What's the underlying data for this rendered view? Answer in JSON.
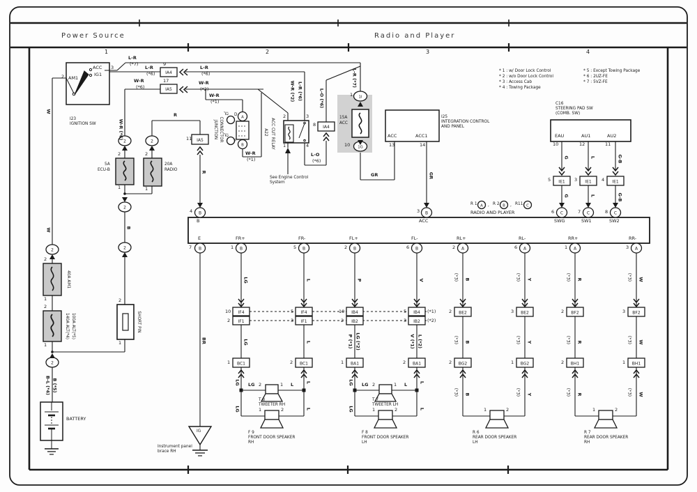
{
  "header": {
    "left": "Power Source",
    "right": "Radio and Player",
    "sections": [
      "1",
      "2",
      "3",
      "4"
    ]
  },
  "notes": [
    "* 1 : w/ Door Lock Control",
    "* 2 : w/o Door Lock Control",
    "* 3 : Access Cab",
    "* 4 : Towing Package",
    "* 5 : Except Towing Package",
    "* 6 : 2UZ-FE",
    "* 7 : 5VZ-FE"
  ],
  "colors": {
    "line": "#1a1a1a",
    "fuse_fill": "#c9c9c9",
    "panel_fill": "#d2d2d2",
    "paper": "#fdfdfd"
  },
  "ignition": {
    "id": "I23",
    "name": "IGNITION SW",
    "am1": "AM1",
    "acc": "ACC",
    "ig1": "IG1",
    "n_am1": "2",
    "n_acc": "3"
  },
  "fuse_ecub": {
    "amp": "5A",
    "name": "ECU-B",
    "t": "2",
    "b": "1"
  },
  "fuse_radio": {
    "amp": "20A",
    "name": "RADIO",
    "t": "2",
    "b": "1"
  },
  "fuse_am1": {
    "name": "40A AM1",
    "t": "2",
    "b": "1"
  },
  "fuse_alt": {
    "l1": "140A ALT(*4)",
    "l2": "100A ALT(*5)",
    "t": "2",
    "b": "1"
  },
  "short_pin": {
    "name": "SHORT PIN",
    "t": "2",
    "b": "1"
  },
  "battery": {
    "name": "BATTERY"
  },
  "acc_fuse": {
    "amp": "15A",
    "name": "ACC",
    "top_n": "1",
    "top": "1I",
    "bot_n": "10",
    "bot": "1G"
  },
  "relay": {
    "id": "A22",
    "name": "ACC CUT RELAY",
    "p1": "1",
    "p2": "2",
    "p3": "3",
    "p4": "4"
  },
  "junction": {
    "l1": "JUNCTION",
    "l2": "CONNECTOR",
    "a": "A",
    "b": "B",
    "da": "D",
    "fb": "F",
    "ja": "J2",
    "jb": "J2"
  },
  "see_engine": {
    "l1": "See Engine Control",
    "l2": "System"
  },
  "integration": {
    "id": "I25",
    "l1": "INTEGRATION CONTROL",
    "l2": "AND PANEL",
    "acc": "ACC",
    "acc1": "ACC1",
    "n13": "13",
    "n14": "14"
  },
  "steering": {
    "id": "C16",
    "name": "STEERING PAD SW",
    "sub": "(COMB. SW)",
    "p": [
      {
        "pin": "EAU",
        "n": "10",
        "col": "G",
        "cn": "5",
        "conn": "IE1",
        "rn": "6",
        "rp": "SWG"
      },
      {
        "pin": "AU1",
        "n": "12",
        "col": "L",
        "cn": "3",
        "conn": "IE1",
        "rn": "7",
        "rp": "SW1"
      },
      {
        "pin": "AU2",
        "n": "11",
        "col": "G-B",
        "cn": "4",
        "conn": "IE1",
        "rn": "8",
        "rp": "SW2"
      }
    ]
  },
  "radio": {
    "name": "RADIO AND PLAYER",
    "r1": "R 1",
    "r2": "R 2",
    "r3": "R11",
    "c1": "A",
    "c2": "B",
    "c3": "C",
    "comma": ",",
    "top": [
      {
        "l": "B",
        "n": "4",
        "c": "B"
      },
      {
        "l": "ACC",
        "n": "3",
        "c": "B"
      }
    ],
    "bot": [
      {
        "l": "E",
        "n": "7",
        "c": "B"
      },
      {
        "l": "FR+",
        "n": "1",
        "c": "B"
      },
      {
        "l": "FR-",
        "n": "5",
        "c": "B"
      },
      {
        "l": "FL+",
        "n": "2",
        "c": "B"
      },
      {
        "l": "FL-",
        "n": "6",
        "c": "B"
      },
      {
        "l": "RL+",
        "n": "2",
        "c": "A"
      },
      {
        "l": "RL-",
        "n": "6",
        "c": "A"
      },
      {
        "l": "RR+",
        "n": "1",
        "c": "A"
      },
      {
        "l": "RR-",
        "n": "3",
        "c": "A"
      }
    ]
  },
  "c": {
    "ia4": "IA4",
    "ia5": "IA5",
    "n9": "9",
    "n17": "17",
    "n11": "11",
    "n8": "8",
    "i2": "2"
  },
  "w": {
    "lr": "L-R",
    "wr": "W-R",
    "w": "W",
    "r": "R",
    "b": "B",
    "br": "BR",
    "lo": "L-O",
    "gr": "GR",
    "q1": "(*1)",
    "q2": "(*2)",
    "q3": "(*3)",
    "q6": "(*6)",
    "q7": "(*7)",
    "wr6": "W-R (*6)",
    "wr2": "W-R (*2)",
    "lr6": "L-R (*6)",
    "lr7": "L-R (*7)",
    "lo6": "L-O (*6)",
    "bl4": "B-L (*4)",
    "b5": "B (*5)"
  },
  "cols": [
    {
      "w1": "LG",
      "c1n": "10",
      "c1": "IF4",
      "c2n": "2",
      "c2": "IF1",
      "w2": "LG",
      "c3n": "1",
      "c3": "BC1",
      "w3": "LG",
      "w4": "LG"
    },
    {
      "w1": "L",
      "c1n": "5",
      "c1": "IF4",
      "c2n": "3",
      "c2": "IF1",
      "w2": "L",
      "c3n": "2",
      "c3": "BC1",
      "w3": "L",
      "w4": "L"
    },
    {
      "w1": "P",
      "c1n": "10",
      "c1": "IB4",
      "c2n": "2",
      "c2": "IB2",
      "w2a": "P (*1)",
      "w2b": "LG (*2)",
      "c3n": "1",
      "c3": "BA1",
      "w3": "LG",
      "w4": "LG"
    },
    {
      "w1": "V",
      "c1n": "5",
      "c1": "IB4",
      "q1": "(*1)",
      "c2n": "3",
      "c2": "IB2",
      "q2": "(*2)",
      "w2a": "V (*1)",
      "w2b": "L (*2)",
      "c3n": "2",
      "c3": "BA1",
      "w3": "L",
      "w4": "L"
    },
    {
      "q": "(*3)",
      "w": "B",
      "c1n": "2",
      "c1": "BE2",
      "c2n": "2",
      "c2": "BG2"
    },
    {
      "q": "(*3)",
      "w": "Y",
      "c1n": "3",
      "c1": "BE2",
      "c2n": "1",
      "c2": "BG2"
    },
    {
      "q": "(*3)",
      "w": "R",
      "c1n": "2",
      "c1": "BF2",
      "c2n": "2",
      "c2": "BH1"
    },
    {
      "q": "(*3)",
      "w": "W",
      "c1n": "3",
      "c1": "BF2",
      "c2n": "1",
      "c2": "BH1"
    }
  ],
  "devices": {
    "tw_rh": {
      "id": "T 8",
      "name": "TWEETER RH",
      "pl": "2",
      "pr": "1",
      "wl": "LG",
      "wr": "L"
    },
    "tw_lh": {
      "id": "T 7",
      "name": "TWEETER LH",
      "pl": "2",
      "pr": "1",
      "wl": "LG",
      "wr": "L"
    },
    "f_rh": {
      "id": "F 9",
      "l1": "FRONT DOOR SPEAKER",
      "l2": "RH",
      "pl": "1",
      "pr": "2"
    },
    "f_lh": {
      "id": "F 8",
      "l1": "FRONT DOOR SPEAKER",
      "l2": "LH",
      "pl": "1",
      "pr": "2"
    },
    "r_lh": {
      "id": "R 6",
      "l1": "REAR DOOR SPEAKER",
      "l2": "LH",
      "pl": "1",
      "pr": "2"
    },
    "r_rh": {
      "id": "R 7",
      "l1": "REAR DOOR SPEAKER",
      "l2": "RH",
      "pl": "1",
      "pr": "2"
    }
  },
  "ground": {
    "ig": "IG",
    "l1": "Instrument panel",
    "l2": "brace RH"
  }
}
